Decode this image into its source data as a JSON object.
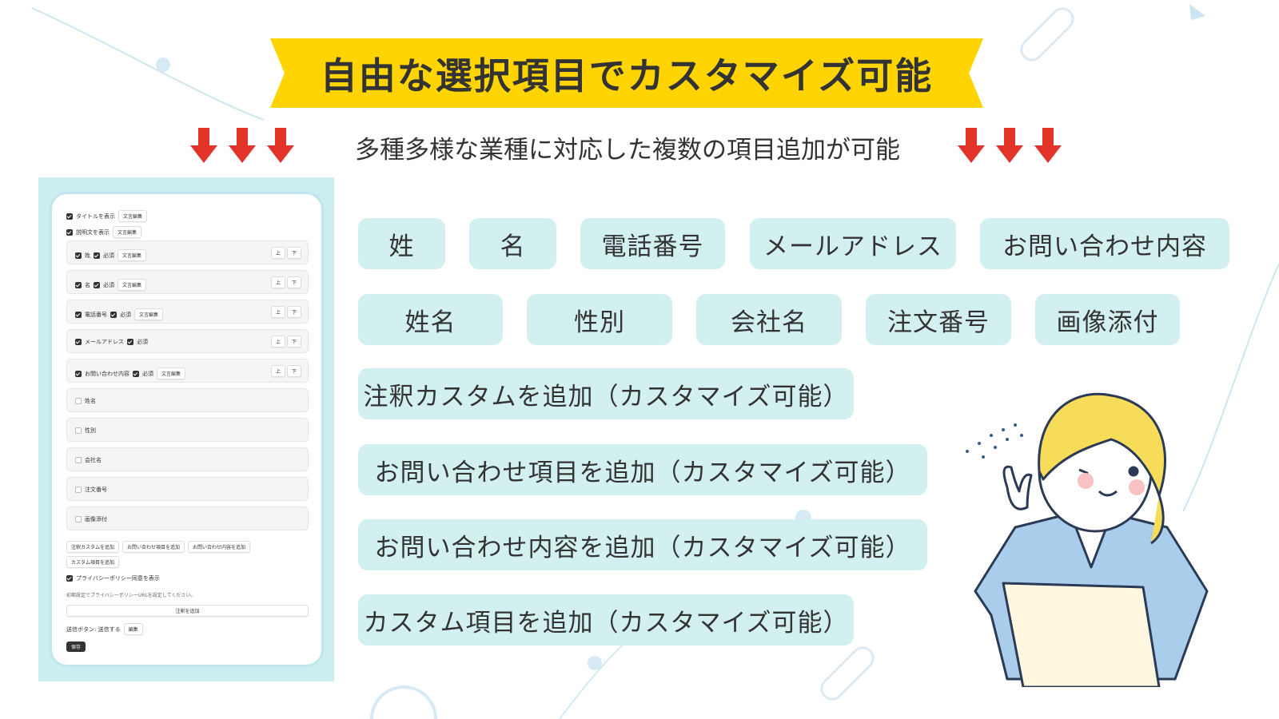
{
  "banner": {
    "title": "自由な選択項目でカスタマイズ可能"
  },
  "subtitle": "多種多様な業種に対応した複数の項目追加が可能",
  "form": {
    "show_title": "タイトルを表示",
    "show_desc": "説明文を表示",
    "edit_text": "文言編集",
    "required": "必須",
    "up": "上",
    "down": "下",
    "active_fields": [
      "姓",
      "名",
      "電話番号",
      "メールアドレス",
      "お問い合わせ内容"
    ],
    "inactive_fields": [
      "姓名",
      "性別",
      "会社名",
      "注文番号",
      "画像添付"
    ],
    "add_buttons": [
      "注釈カスタムを追加",
      "お問い合わせ項目を追加",
      "お問い合わせ内容を追加",
      "カスタム項目を追加"
    ],
    "privacy_label": "プライバシーポリシー同意を表示",
    "privacy_note": "初期設定でプライバシーポリシーURLを設定してください。",
    "add_note": "注釈を追加",
    "submit_label": "送信ボタン: 送信する",
    "edit": "編集",
    "save": "保存"
  },
  "chips": {
    "row1": [
      "姓",
      "名",
      "電話番号",
      "メールアドレス",
      "お問い合わせ内容"
    ],
    "row2": [
      "姓名",
      "性別",
      "会社名",
      "注文番号",
      "画像添付"
    ],
    "wide": [
      "注釈カスタムを追加（カスタマイズ可能）",
      "お問い合わせ項目を追加（カスタマイズ可能）",
      "お問い合わせ内容を追加（カスタマイズ可能）",
      "カスタム項目を追加（カスタマイズ可能）"
    ]
  },
  "colors": {
    "banner": "#FFD400",
    "chip": "#d3f0f0",
    "arrow": "#e3342b",
    "panel": "#cdeef0"
  }
}
